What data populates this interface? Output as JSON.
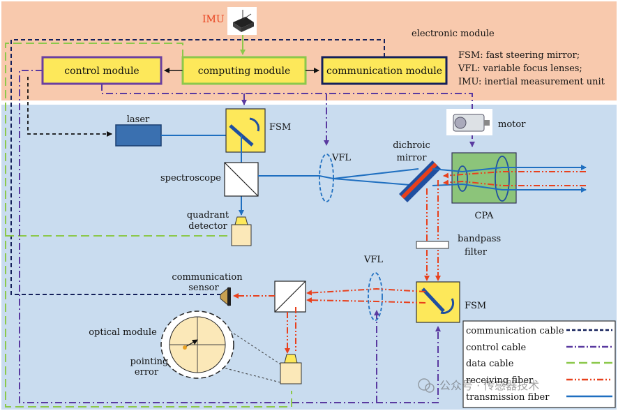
{
  "electronic_module": {
    "title": "electronic module",
    "imu_label": "IMU",
    "control_module": "control module",
    "computing_module": "computing module",
    "communication_module": "communication module",
    "abbrev_fsm": "FSM: fast steering mirror;",
    "abbrev_vfl": "VFL: variable focus lenses;",
    "abbrev_imu": "IMU: inertial measurement unit"
  },
  "optical_module": {
    "laser": "laser",
    "fsm_top": "FSM",
    "spectroscope": "spectroscope",
    "quadrant_detector_1": "quadrant",
    "quadrant_detector_2": "detector",
    "vfl_top": "VFL",
    "dichroic_1": "dichroic",
    "dichroic_2": "mirror",
    "motor": "motor",
    "cpa": "CPA",
    "bandpass_1": "bandpass",
    "bandpass_2": "filter",
    "vfl_bottom": "VFL",
    "comm_sensor_1": "communication",
    "comm_sensor_2": "sensor",
    "fsm_bottom": "FSM",
    "optical_module_label": "optical module",
    "pointing_error_1": "pointing",
    "pointing_error_2": "error"
  },
  "legend": {
    "items": [
      {
        "label": "communication cable",
        "color": "#14205a",
        "style": "dash"
      },
      {
        "label": "control cable",
        "color": "#5a3aa0",
        "style": "dashdot"
      },
      {
        "label": "data cable",
        "color": "#8cc84b",
        "style": "longdash"
      },
      {
        "label": "receiving fiber",
        "color": "#e8401c",
        "style": "dashdotdot"
      },
      {
        "label": "transmission fiber",
        "color": "#1f6fc0",
        "style": "solid"
      }
    ]
  },
  "watermark": "公众号 · 传感器技术",
  "colors": {
    "electronic_bg": "#f8c9ad",
    "optical_bg": "#c9dcef",
    "module_fill": "#fde85a",
    "control_border": "#6a3fa0",
    "computing_border": "#8cc84b",
    "communication_border": "#14205a",
    "transmission": "#1f6fc0",
    "receiving": "#e8401c"
  }
}
